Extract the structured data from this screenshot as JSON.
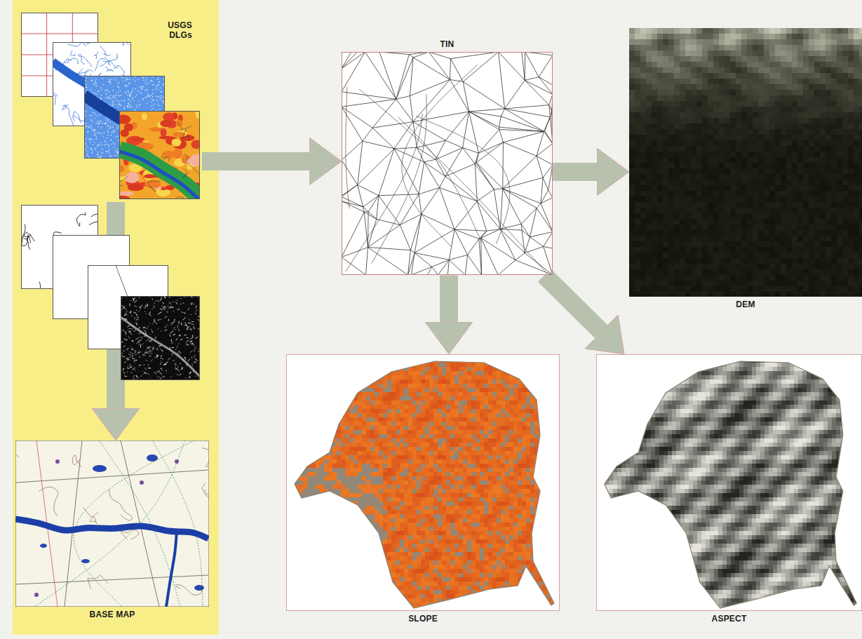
{
  "diagram": {
    "nodes": [
      {
        "text": [
          "USGS DLGs"
        ]
      },
      {
        "text": [
          "BASE MAP"
        ]
      },
      {
        "text": [
          "TIN"
        ]
      },
      {
        "text": [
          "DEM"
        ]
      },
      {
        "text": [
          "SLOPE"
        ]
      },
      {
        "text": [
          "ASPECT"
        ]
      }
    ],
    "edges": [
      {
        "from": 0,
        "to": 2,
        "arrow": "to"
      },
      {
        "from": 0,
        "to": 1,
        "arrow": "to"
      },
      {
        "from": 2,
        "to": 3,
        "arrow": "to"
      },
      {
        "from": 2,
        "to": 4,
        "arrow": "to"
      },
      {
        "from": 2,
        "to": 5,
        "arrow": "to"
      }
    ]
  }
}
